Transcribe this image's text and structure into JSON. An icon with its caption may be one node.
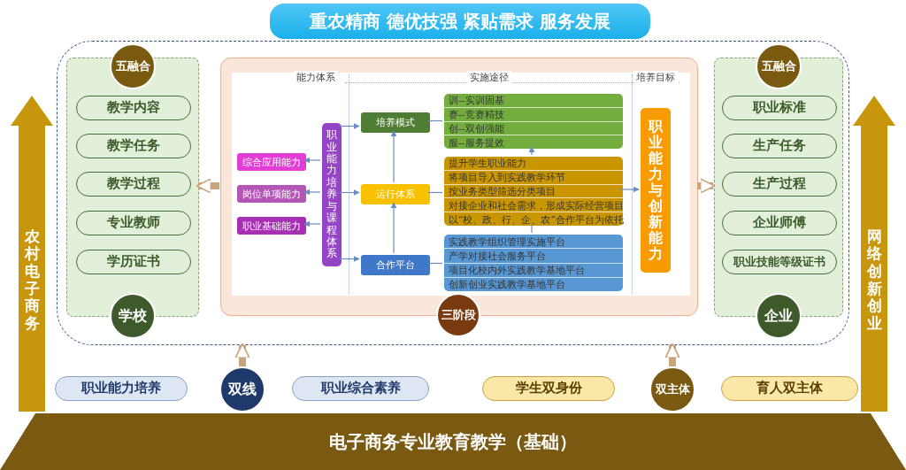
{
  "diagram": {
    "nodes": [
      {
        "text": [
          "重农精商 德优技强 紧贴需求 服务发展"
        ]
      },
      {
        "text": [],
        "shape": "box"
      },
      {
        "text": [],
        "shape": "box",
        "in": 1
      },
      {
        "text": [
          "五融合"
        ],
        "in": 1
      },
      {
        "text": [
          "教学内容"
        ],
        "in": 2
      },
      {
        "text": [
          "教学任务"
        ],
        "in": 2
      },
      {
        "text": [
          "教学过程"
        ],
        "in": 2
      },
      {
        "text": [
          "专业教师"
        ],
        "in": 2
      },
      {
        "text": [
          "学历证书"
        ],
        "in": 2
      },
      {
        "text": [
          "学校"
        ],
        "in": 1
      },
      {
        "text": [],
        "shape": "box",
        "in": 1
      },
      {
        "text": [
          "综合应用能力"
        ],
        "in": 10
      },
      {
        "text": [
          "岗位单项能力"
        ],
        "in": 10
      },
      {
        "text": [
          "职业基础能力"
        ],
        "in": 10
      },
      {
        "text": [
          "职业能力培养与课程体系"
        ],
        "in": 10
      },
      {
        "text": [
          "培养模式"
        ],
        "in": 10
      },
      {
        "text": [
          "运行体系"
        ],
        "in": 10
      },
      {
        "text": [
          "合作平台"
        ],
        "in": 10
      },
      {
        "text": [
          "训--实训固基",
          "赛--竞赛精技",
          "创--双创强能",
          "服--服务提效"
        ],
        "in": 10
      },
      {
        "text": [
          "提升学生职业能力",
          "将项目导入到实践教学环节",
          "按业务类型筛选分类项目",
          "对接企业和社会需求，形成实际经营项目",
          "以“校、政、行、企、农”合作平台为依托"
        ],
        "in": 10
      },
      {
        "text": [
          "实践教学组织管理实施平台",
          "产学对接社会服务平台",
          "项目化校内外实践教学基地平台",
          "创新创业实践教学基地平台"
        ],
        "in": 10
      },
      {
        "text": [
          "职业能力与创新能力"
        ],
        "in": 10
      },
      {
        "text": [
          "三阶段"
        ],
        "in": 1
      },
      {
        "text": [],
        "shape": "box",
        "in": 1
      },
      {
        "text": [
          "五融合"
        ],
        "in": 1
      },
      {
        "text": [
          "职业标准"
        ],
        "in": 23
      },
      {
        "text": [
          "生产任务"
        ],
        "in": 23
      },
      {
        "text": [
          "生产过程"
        ],
        "in": 23
      },
      {
        "text": [
          "企业师傅"
        ],
        "in": 23
      },
      {
        "text": [
          "职业技能等级证书"
        ],
        "in": 23
      },
      {
        "text": [
          "企业"
        ],
        "in": 1
      },
      {
        "text": [
          "农村电子商务"
        ]
      },
      {
        "text": [
          "网络创新创业"
        ]
      },
      {
        "text": [
          "职业能力培养"
        ]
      },
      {
        "text": [
          "双线"
        ]
      },
      {
        "text": [
          "职业综合素养"
        ]
      },
      {
        "text": [
          "学生双身份"
        ]
      },
      {
        "text": [
          "双主体"
        ]
      },
      {
        "text": [
          "育人双主体"
        ]
      },
      {
        "text": [
          "电子商务专业教育教学（基础）"
        ]
      }
    ],
    "edges": [
      {
        "from": 14,
        "to": 11,
        "arrow": "to"
      },
      {
        "from": 14,
        "to": 12,
        "arrow": "to"
      },
      {
        "from": 14,
        "to": 13,
        "arrow": "to"
      },
      {
        "from": 14,
        "to": 15,
        "arrow": "to"
      },
      {
        "from": 14,
        "to": 16,
        "arrow": "to"
      },
      {
        "from": 14,
        "to": 17,
        "arrow": "to"
      },
      {
        "from": 17,
        "to": 16,
        "arrow": "to"
      },
      {
        "from": 16,
        "to": 15,
        "arrow": "to"
      },
      {
        "from": 15,
        "to": 18,
        "arrow": "none"
      },
      {
        "from": 16,
        "to": 19,
        "arrow": "none"
      },
      {
        "from": 17,
        "to": 20,
        "arrow": "none"
      },
      {
        "from": 19,
        "to": 18,
        "arrow": "to"
      },
      {
        "from": 19,
        "to": 20,
        "arrow": "none"
      },
      {
        "from": 19,
        "to": 21,
        "arrow": "to"
      },
      {
        "from": 10,
        "to": 2,
        "arrow": "to",
        "style": "thick",
        "color": "#c9a47a"
      },
      {
        "from": 10,
        "to": 23,
        "arrow": "to",
        "style": "thick",
        "color": "#c9a47a"
      },
      {
        "from": 34,
        "to": 1,
        "arrow": "to",
        "style": "thick",
        "color": "#c9a47a"
      },
      {
        "from": 37,
        "to": 1,
        "arrow": "to",
        "style": "thick",
        "color": "#c9a47a"
      }
    ],
    "labels": [
      "能力体系",
      "实施途径",
      "培养目标"
    ]
  }
}
